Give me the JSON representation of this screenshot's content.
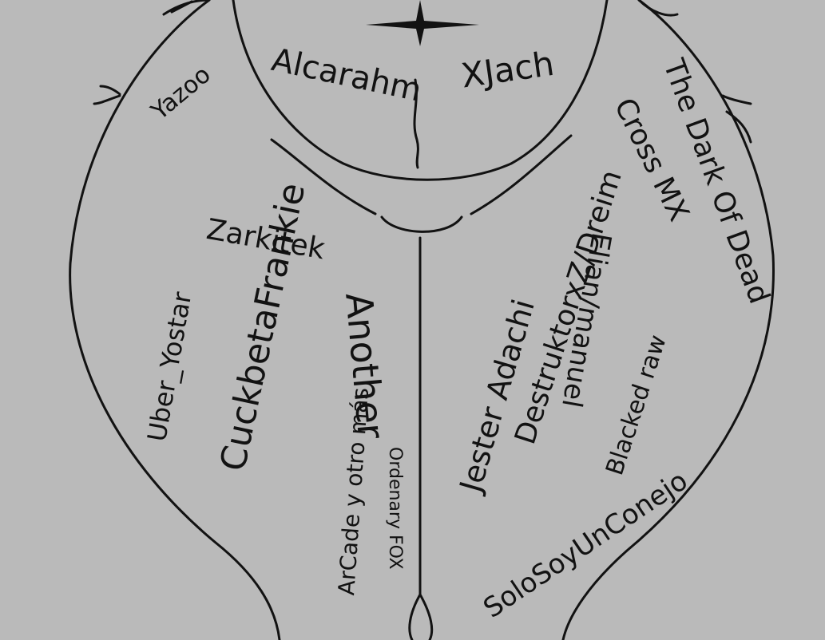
{
  "names": [
    {
      "id": "alcarahm",
      "text": "Alcarahm"
    },
    {
      "id": "xjach",
      "text": "XJach"
    },
    {
      "id": "yazoo",
      "text": "Yazoo"
    },
    {
      "id": "uber-yostar",
      "text": "Uber_Yostar"
    },
    {
      "id": "cuckbeta-frankie",
      "text": "CuckbetaFrankie"
    },
    {
      "id": "zarkitek",
      "text": "Zarkitek"
    },
    {
      "id": "another",
      "text": "Another"
    },
    {
      "id": "arcade-y-otro-mas",
      "text": "ArCade y otro más"
    },
    {
      "id": "ordenary-fox",
      "text": "Ordenary FOX"
    },
    {
      "id": "jester-adachi",
      "text": "Jester Adachi"
    },
    {
      "id": "destruktorxz-dreim",
      "text": "DestruktorxZ/Dreim"
    },
    {
      "id": "elian-manuel",
      "text": "Elian/manuel"
    },
    {
      "id": "cross-mx",
      "text": "Cross MX"
    },
    {
      "id": "the-dark-of-dead",
      "text": "The Dark Of Dead"
    },
    {
      "id": "blacked-raw",
      "text": "Blacked raw"
    },
    {
      "id": "solo-soy-un-conejo",
      "text": "SoloSoyUnConejo"
    }
  ],
  "colors": {
    "background": "#bababa",
    "ink": "#121212"
  }
}
